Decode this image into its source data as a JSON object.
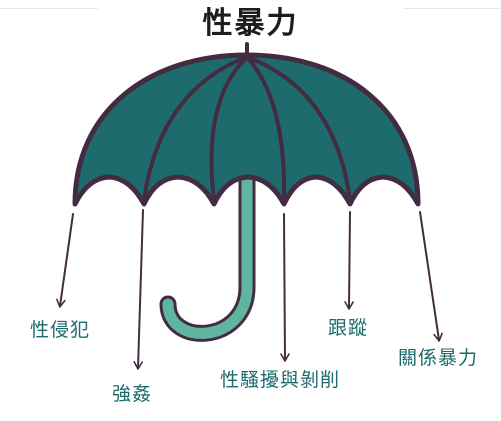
{
  "title": "性暴力",
  "labels": {
    "sexual_assault": "性侵犯",
    "rape": "強姦",
    "harassment_exploitation": "性騷擾與剝削",
    "stalking": "跟蹤",
    "relationship_violence": "關係暴力"
  },
  "colors": {
    "canopy": "#1d6b6d",
    "outline": "#432c42",
    "handle": "#5fb59f",
    "title": "#1d1d1d",
    "label_text": "#1d6b6d"
  }
}
